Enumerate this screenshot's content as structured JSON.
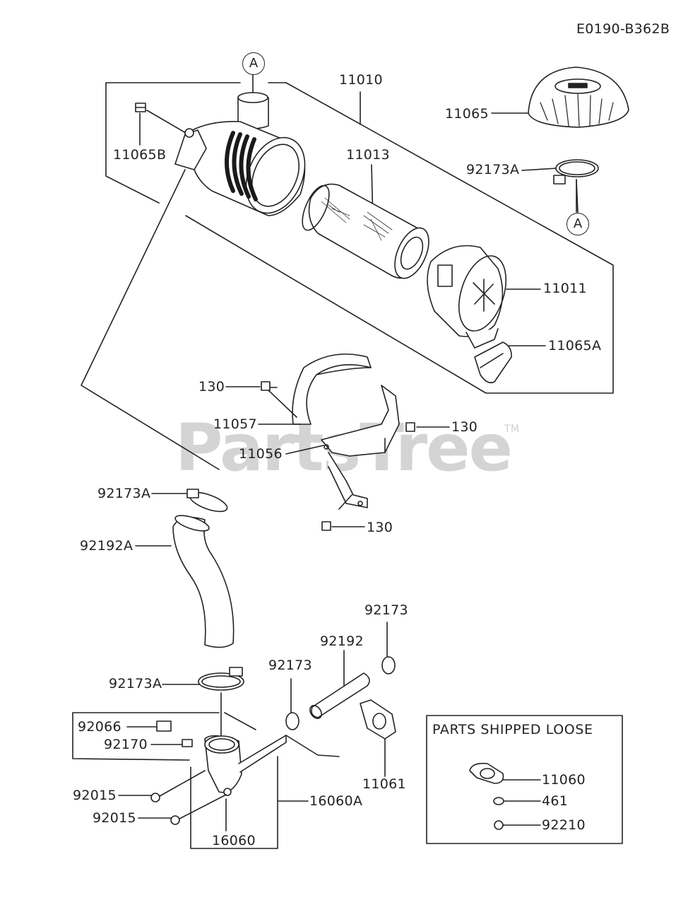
{
  "diagram_code": "E0190-B362B",
  "watermark": "PartsTree",
  "watermark_tm": "TM",
  "ref_marker": "A",
  "loose_box": {
    "title": "PARTS SHIPPED LOOSE"
  },
  "parts": {
    "p11010": "11010",
    "p11065": "11065",
    "p11065B": "11065B",
    "p11013": "11013",
    "p92173A_top": "92173A",
    "p11011": "11011",
    "p11065A": "11065A",
    "p130_a": "130",
    "p130_b": "130",
    "p130_c": "130",
    "p11057": "11057",
    "p11056": "11056",
    "p92173A_mid": "92173A",
    "p92192A": "92192A",
    "p92173_a": "92173",
    "p92192": "92192",
    "p92173_b": "92173",
    "p92173A_low": "92173A",
    "p92066": "92066",
    "p92170": "92170",
    "p11061": "11061",
    "p92015_a": "92015",
    "p92015_b": "92015",
    "p16060A": "16060A",
    "p16060": "16060",
    "p11060": "11060",
    "p461": "461",
    "p92210": "92210"
  }
}
